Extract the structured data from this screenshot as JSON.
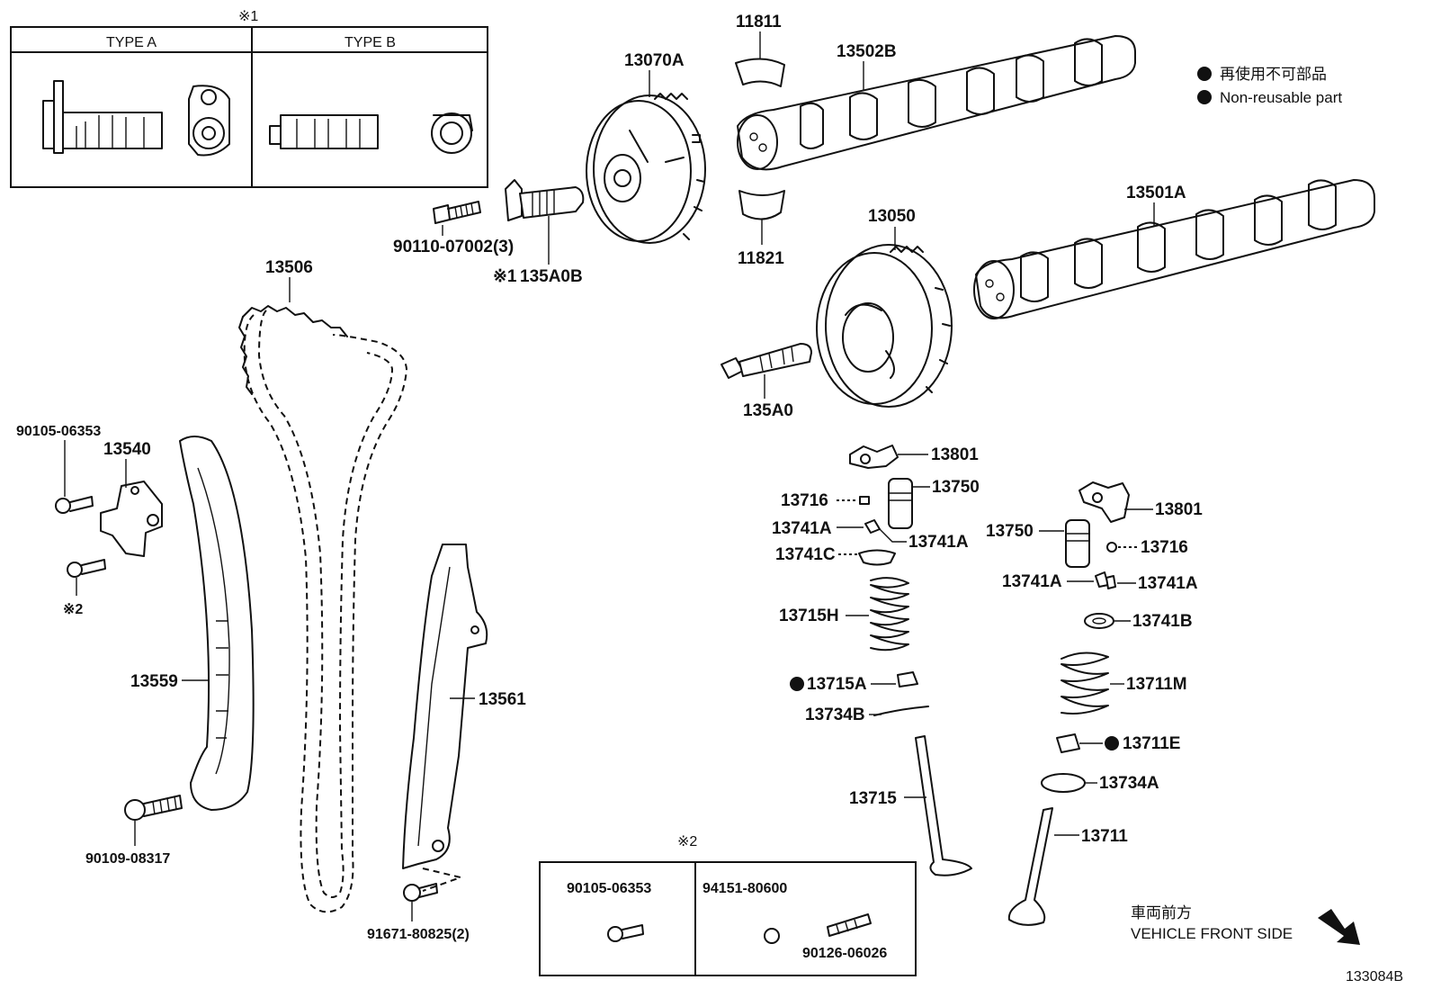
{
  "diagram": {
    "figure_id": "133084B",
    "legend": {
      "jp": "再使用不可部品",
      "en": "Non-reusable part"
    },
    "direction": {
      "jp": "車両前方",
      "en": "VEHICLE FRONT SIDE"
    },
    "inset1": {
      "marker": "※1",
      "type_a": "TYPE A",
      "type_b": "TYPE B"
    },
    "inset2": {
      "marker": "※2",
      "left_part": "90105-06353",
      "right_part_top": "94151-80600",
      "right_part_bottom": "90126-06026"
    },
    "labels": {
      "p13070A": "13070A",
      "p11811": "11811",
      "p13502B": "13502B",
      "p11821": "11821",
      "p13050": "13050",
      "p13501A": "13501A",
      "p90110": "90110-07002(3)",
      "p135A0B_mark": "※1",
      "p135A0B": "135A0B",
      "p135A0": "135A0",
      "p13506": "13506",
      "p90105": "90105-06353",
      "p13540": "13540",
      "mark2": "※2",
      "p13559": "13559",
      "p13561": "13561",
      "p90109": "90109-08317",
      "p91671": "91671-80825(2)",
      "p13801a": "13801",
      "p13716a": "13716",
      "p13750a": "13750",
      "p13741Aa": "13741A",
      "p13741Ab": "13741A",
      "p13741C": "13741C",
      "p13715H": "13715H",
      "p13715A": "13715A",
      "p13734B": "13734B",
      "p13715": "13715",
      "p13801b": "13801",
      "p13750b": "13750",
      "p13716b": "13716",
      "p13741Ac": "13741A",
      "p13741Ad": "13741A",
      "p13741B": "13741B",
      "p13711M": "13711M",
      "p13711E": "13711E",
      "p13734A": "13734A",
      "p13711": "13711"
    }
  }
}
